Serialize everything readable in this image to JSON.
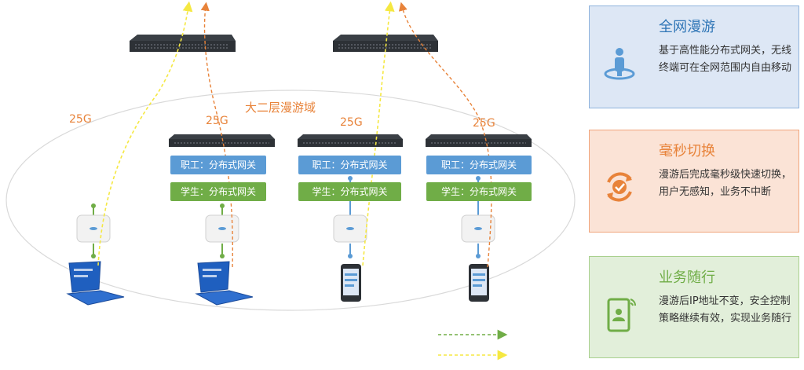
{
  "diagram": {
    "domain_label": "大二层漫游域",
    "link_labels": [
      "25G",
      "25G",
      "25G",
      "25G"
    ],
    "gateways": [
      {
        "staff": "职工：分布式网关",
        "student": "学生：分布式网关"
      },
      {
        "staff": "职工：分布式网关",
        "student": "学生：分布式网关"
      },
      {
        "staff": "职工：分布式网关",
        "student": "学生：分布式网关"
      }
    ]
  },
  "panels": [
    {
      "title": "全网漫游",
      "text": "基于高性能分布式网关，无线终端可在全网范围内自由移动",
      "icon": "person-on-globe-icon"
    },
    {
      "title": "毫秒切换",
      "text": "漫游后完成毫秒级快速切换，用户无感知，业务不中断",
      "icon": "fast-switch-icon"
    },
    {
      "title": "业务随行",
      "text": "漫游后IP地址不变，安全控制策略继续有效，实现业务随行",
      "icon": "mobile-user-icon"
    }
  ],
  "colors": {
    "orange": "#e8833a",
    "blue": "#5b9bd5",
    "green": "#70ad47",
    "yellow": "#f5e842",
    "dark": "#2d3136"
  }
}
